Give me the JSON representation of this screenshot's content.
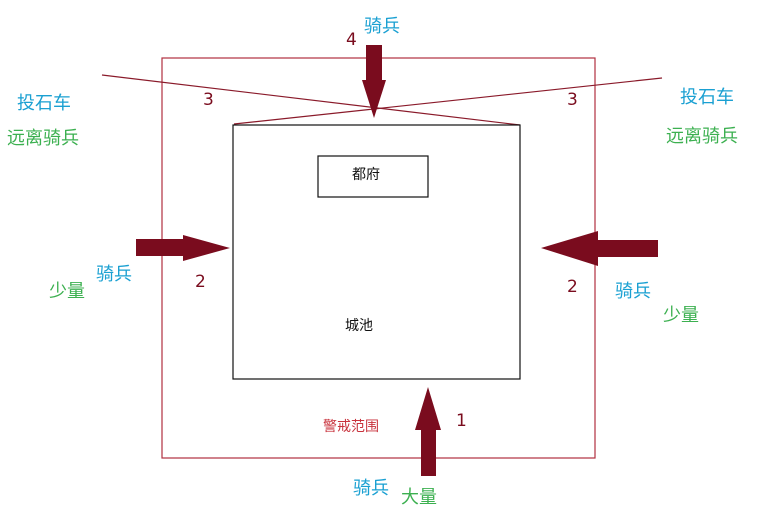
{
  "colors": {
    "outer_border": "#b03040",
    "arrow": "#7a0c1e",
    "cross_line": "#8a1a2a",
    "unit_blue": "#1aa0d2",
    "qty_green": "#3cb050",
    "number": "#7a0c1e",
    "text_dark": "#111111",
    "zone_red": "#c8323c"
  },
  "zone": {
    "label": "警戒范围"
  },
  "city": {
    "label": "城池"
  },
  "hq": {
    "label": "都府"
  },
  "top": {
    "number": "4",
    "unit": "骑兵"
  },
  "bottom": {
    "number": "1",
    "unit": "骑兵",
    "qty": "大量"
  },
  "left": {
    "number": "2",
    "unit": "骑兵",
    "qty": "少量"
  },
  "right": {
    "number": "2",
    "unit": "骑兵",
    "qty": "少量"
  },
  "catapult_left": {
    "number": "3",
    "unit": "投石车",
    "note": "远离骑兵"
  },
  "catapult_right": {
    "number": "3",
    "unit": "投石车",
    "note": "远离骑兵"
  }
}
